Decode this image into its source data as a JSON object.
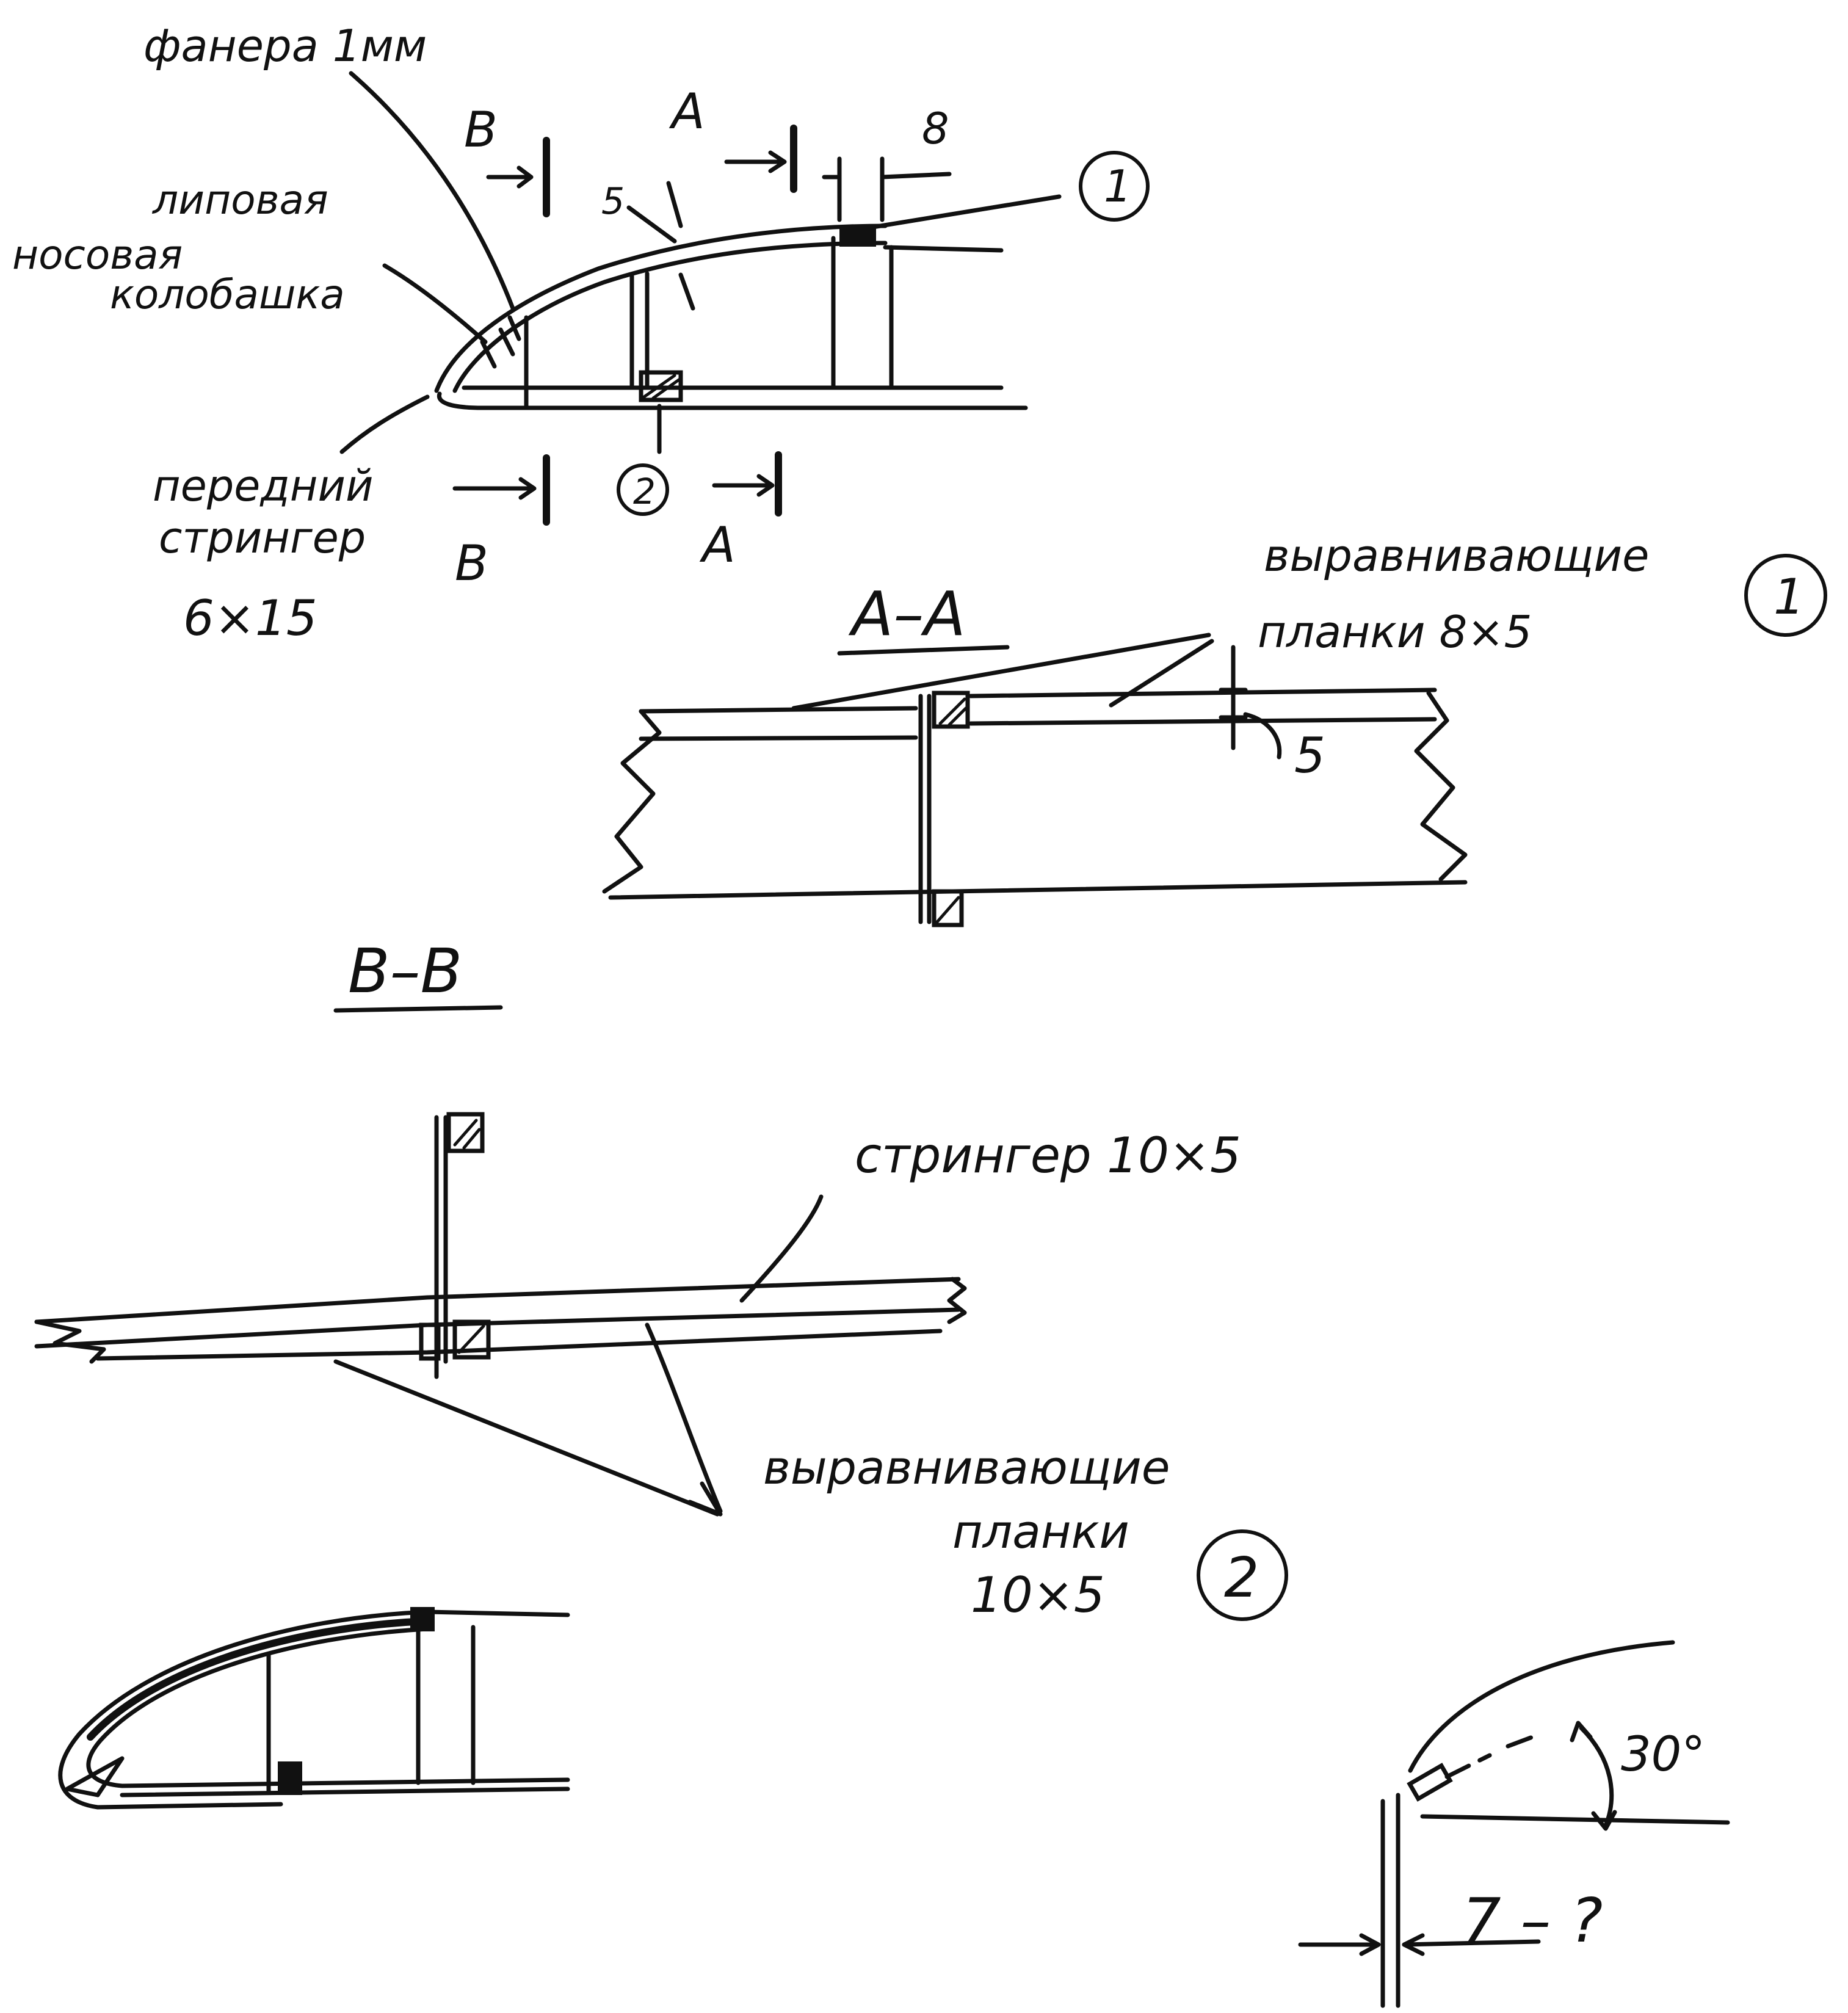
{
  "colors": {
    "ink": "#111111",
    "paper": "#ffffff"
  },
  "profile": {
    "plywood": "фанера 1мм",
    "nose_block_1": "липовая",
    "nose_block_2": "носовая",
    "nose_block_3": "колобашка",
    "front_stringer_1": "передний",
    "front_stringer_2": "стрингер",
    "front_stringer_3": "6×15",
    "sec_b_top": "B",
    "sec_b_bottom": "B",
    "sec_a_top": "A",
    "sec_a_bottom": "A",
    "dim_5": "5",
    "dim_8": "8",
    "callout_1": "1",
    "callout_2": "2"
  },
  "section_aa": {
    "title": "A–A",
    "note_1": "выравнивающие",
    "note_2": "планки 8×5",
    "callout": "1",
    "dim_5": "5"
  },
  "section_bb": {
    "title": "B–B",
    "stringer": "стрингер 10×5",
    "note_1": "выравнивающие",
    "note_2": "планки",
    "note_3": "10×5",
    "callout": "2"
  },
  "detail": {
    "angle": "30°",
    "dim": "7 – ?"
  }
}
